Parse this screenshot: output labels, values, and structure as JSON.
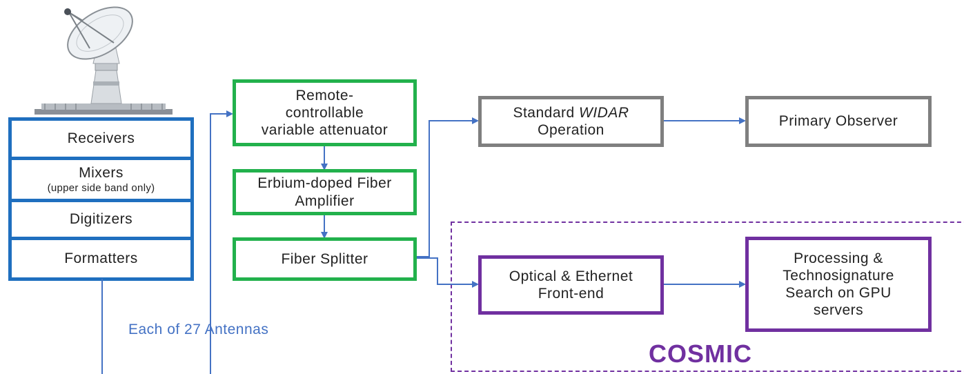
{
  "antenna_stack": {
    "receivers": "Receivers",
    "mixers": "Mixers",
    "mixers_note": "(upper side band only)",
    "digitizers": "Digitizers",
    "formatters": "Formatters"
  },
  "antennas_label": "Each of 27 Antennas",
  "attenuator": {
    "line1": "Remote-",
    "line2": "controllable",
    "line3": "variable attenuator"
  },
  "amplifier": {
    "line1": "Erbium-doped Fiber",
    "line2": "Amplifier"
  },
  "splitter": "Fiber Splitter",
  "widar": {
    "prefix": "Standard ",
    "italic": "WIDAR",
    "line2": "Operation"
  },
  "primary_observer": "Primary Observer",
  "frontend": {
    "line1": "Optical & Ethernet",
    "line2": "Front-end"
  },
  "processing": {
    "line1": "Processing &",
    "line2": "Technosignature",
    "line3": "Search on GPU",
    "line4": "servers"
  },
  "cosmic_label": "COSMIC",
  "colors": {
    "blue": "#1f6fbf",
    "green": "#22b14c",
    "gray": "#7f7f7f",
    "purple": "#7030a0",
    "arrow": "#4472c4"
  },
  "icons": {
    "antenna": "radio-telescope-dish-icon"
  }
}
